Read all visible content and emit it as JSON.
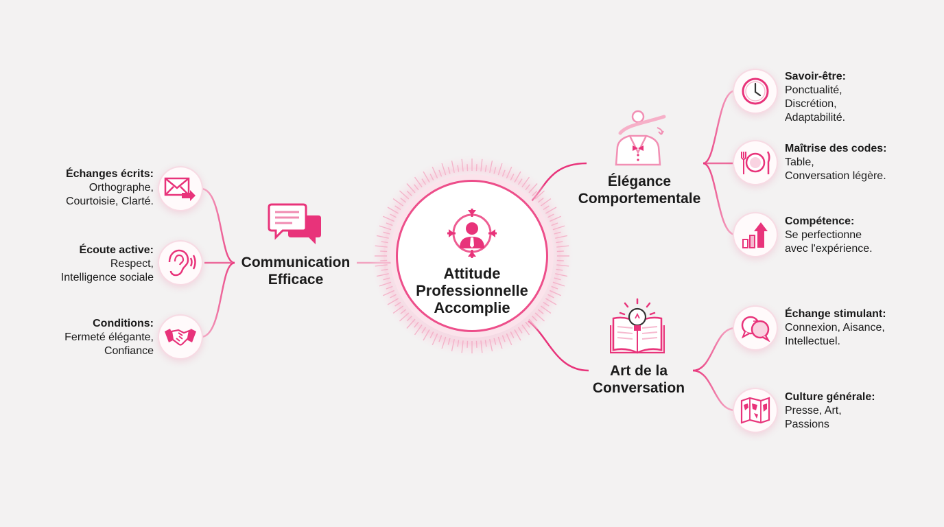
{
  "center": {
    "lines": [
      "Attitude",
      "Professionnelle",
      "Accomplie"
    ],
    "icon": "professional-target-icon"
  },
  "branches": {
    "communication": {
      "title": [
        "Communication",
        "Efficace"
      ],
      "icon": "chat-bubbles-icon",
      "items": [
        {
          "title": "Échanges écrits:",
          "lines": [
            "Orthographe,",
            "Courtoisie, Clarté."
          ],
          "icon": "envelope-icon"
        },
        {
          "title": "Écoute active:",
          "lines": [
            "Respect,",
            "Intelligence sociale"
          ],
          "icon": "ear-icon"
        },
        {
          "title": "Conditions:",
          "lines": [
            "Fermeté élégante,",
            "Confiance"
          ],
          "icon": "handshake-icon"
        }
      ]
    },
    "elegance": {
      "title": [
        "Élégance",
        "Comportementale"
      ],
      "icon": "gentleman-bowtie-icon",
      "items": [
        {
          "title": "Savoir-être:",
          "lines": [
            "Ponctualité,",
            "Discrétion,",
            "Adaptabilité."
          ],
          "icon": "clock-icon"
        },
        {
          "title": "Maîtrise des codes:",
          "lines": [
            "Table,",
            "Conversation légère."
          ],
          "icon": "plate-cutlery-icon"
        },
        {
          "title": "Compétence:",
          "lines": [
            "Se perfectionne",
            "avec l'expérience."
          ],
          "icon": "growth-chart-icon"
        }
      ]
    },
    "conversation": {
      "title": [
        "Art de la",
        "Conversation"
      ],
      "icon": "book-lightbulb-icon",
      "items": [
        {
          "title": "Échange stimulant:",
          "lines": [
            "Connexion, Aisance,",
            "Intellectuel."
          ],
          "icon": "speech-bubbles-icon"
        },
        {
          "title": "Culture générale:",
          "lines": [
            "Presse, Art,",
            "Passions"
          ],
          "icon": "world-map-icon"
        }
      ]
    }
  },
  "colors": {
    "accent": "#e8337a",
    "accent_light": "#f4a7c3",
    "background": "#f3f2f2",
    "text": "#1a1a1a"
  }
}
